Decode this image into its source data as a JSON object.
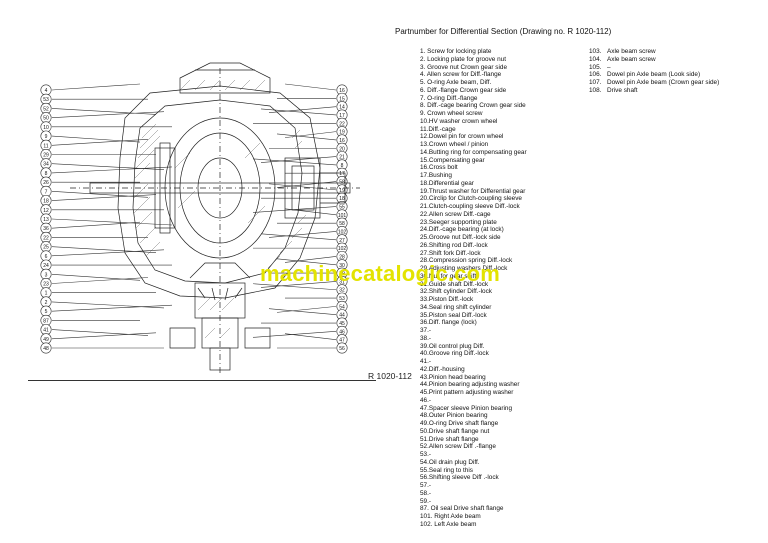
{
  "heading": "Partnumber for Differential Section (Drawing no. R 1020-112)",
  "drawing_label": "R 1020-112",
  "watermark": "machinecatalogic.com",
  "parts_left": [
    "1.  Screw for locking plate",
    "2.  Locking plate for groove nut",
    "3.  Groove nut Crown gear side",
    "4.  Allen screw for Diff.-flange",
    "5.  O-ring Axle beam, Diff.",
    "6.  Diff.-flange Crown gear side",
    "7.  O-ring Diff.-flange",
    "8.  Diff.-cage bearing Crown gear side",
    "9.  Crown wheel screw",
    "10.HV washer crown wheel",
    "11.Diff.-cage",
    "12.Dowel pin for crown wheel",
    "13.Crown wheel / pinion",
    "14.Butting ring for compensating gear",
    "15.Compensating gear",
    "16.Cross bolt",
    "17.Bushing",
    "18.Differential gear",
    "19.Thrust washer for Differential gear",
    "20.Circlip for Clutch-coupling sleeve",
    "21.Clutch-coupling sleeve Diff.-lock",
    "22.Allen screw Diff.-cage",
    "23.Seeger supporting plate",
    "24.Diff.-cage bearing (at lock)",
    "25.Groove nut Diff.-lock side",
    "26.Shifting rod Diff.-lock",
    "27.Shift fork Diff.-lock",
    "28.Compression spring Diff.-lock",
    "29.Adjusting washers Diff.-lock",
    "30.Nut for gear shift",
    "31.Guide shaft Diff.-lock",
    "32.Shift cylinder Diff.-lock",
    "33.Piston Diff.-lock",
    "34.Seal ring shift cylinder",
    "35.Piston seal Diff.-lock",
    "36.Diff. flange (lock)",
    "37.-",
    "38.-",
    "39.Oil control plug Diff.",
    "40.Groove ring Diff.-lock",
    "41.-",
    "42.Diff.-housing",
    "43.Pinion head bearing",
    "44.Pinion bearing adjusting washer",
    "45.Print pattern adjusting washer",
    "46.-",
    "47.Spacer sleeve Pinion bearing",
    "48.Outer Pinion bearing",
    "49.O-ring Drive shaft flange",
    "50.Drive shaft flange nut",
    "51.Drive shaft flange",
    "52.Allen screw Diff .-flange",
    "53.-",
    "54.Oil drain plug Diff.",
    "55.Seal ring to this",
    "56.Shifting sleeve Diff .-lock",
    "57.-",
    "58.-",
    "59.-",
    "87.      Oil seal Drive shaft flange",
    "101.   Right Axle beam",
    "102.   Left Axle beam"
  ],
  "parts_right": [
    {
      "num": "103.",
      "text": "Axle beam screw"
    },
    {
      "num": "104.",
      "text": "Axle beam screw"
    },
    {
      "num": "105.",
      "text": "–"
    },
    {
      "num": "106.",
      "text": "Dowel pin Axle beam (Look side)"
    },
    {
      "num": "107.",
      "text": "Dowel pin Axle beam (Crown gear side)"
    },
    {
      "num": "108.",
      "text": "Drive shaft"
    }
  ],
  "callouts_left": [
    "4",
    "53",
    "52",
    "50",
    "10",
    "9",
    "11",
    "29",
    "34",
    "8",
    "26",
    "7",
    "18",
    "12",
    "13",
    "36",
    "22",
    "25",
    "6",
    "24",
    "3",
    "23",
    "1",
    "2",
    "5",
    "87",
    "41",
    "49",
    "48"
  ],
  "callouts_right": [
    "16",
    "15",
    "14",
    "17",
    "22",
    "19",
    "16",
    "20",
    "21",
    "8",
    "17",
    "58",
    "19",
    "18",
    "55",
    "101",
    "58",
    "102",
    "27",
    "102",
    "28",
    "30",
    "29",
    "31",
    "32",
    "53",
    "54",
    "44",
    "45",
    "46",
    "47",
    "56"
  ]
}
